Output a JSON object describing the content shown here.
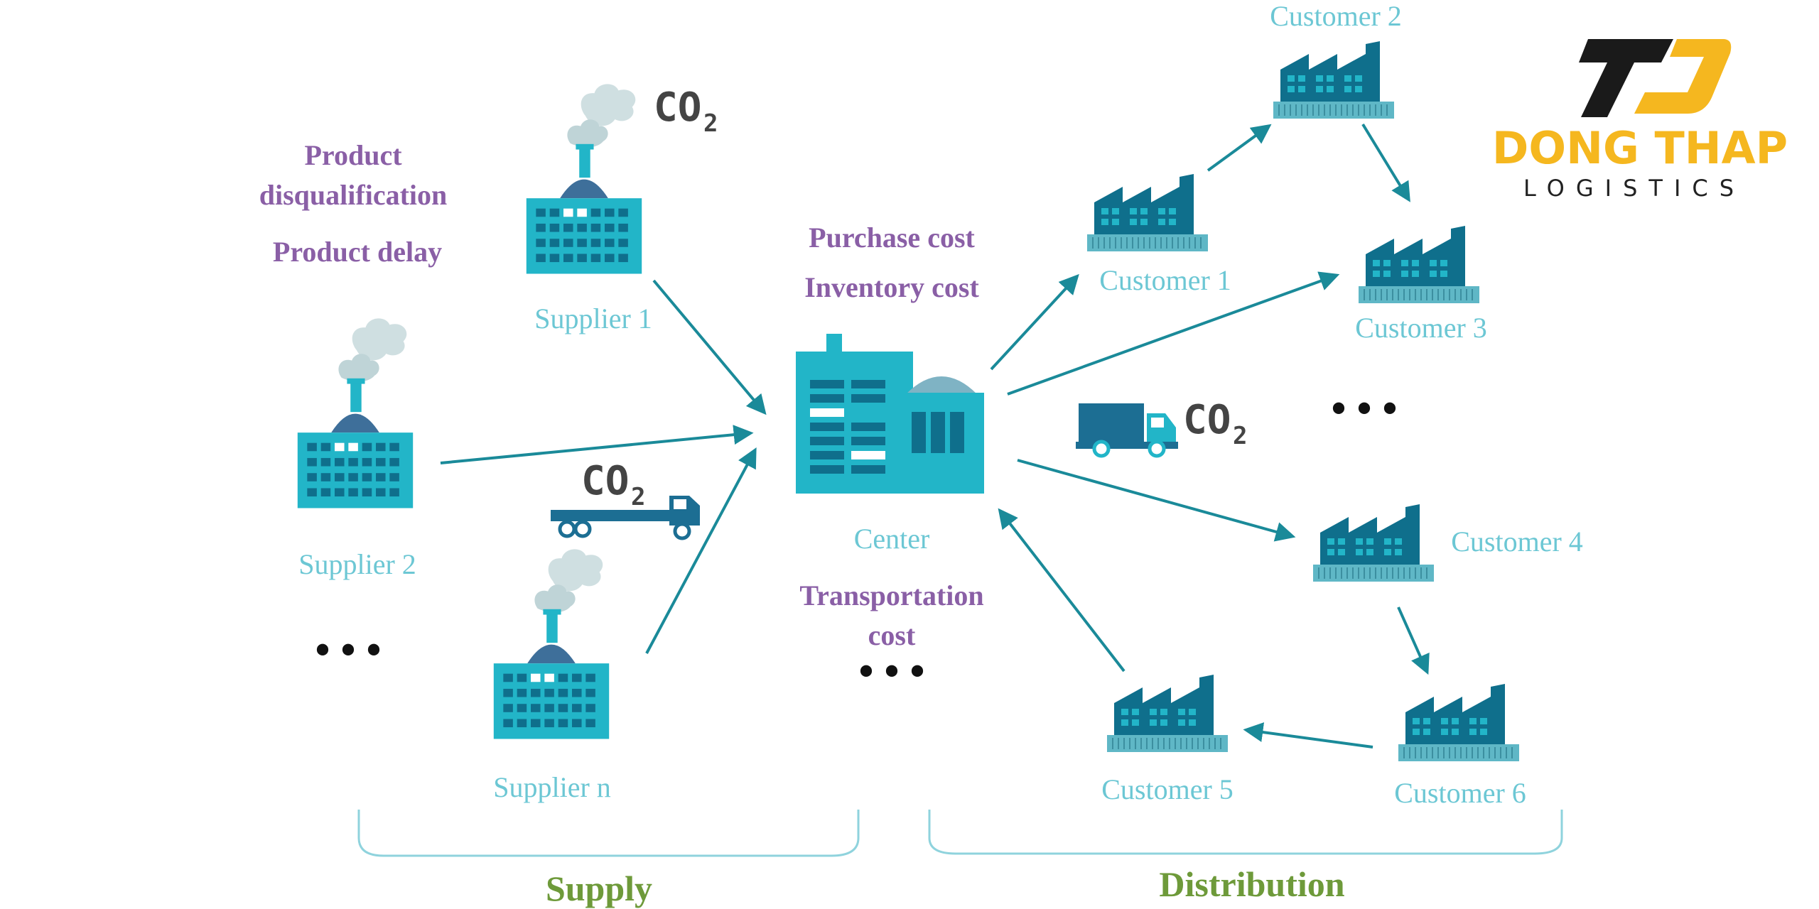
{
  "nodes": {
    "supplier_1": "Supplier 1",
    "supplier_2": "Supplier 2",
    "supplier_n": "Supplier n",
    "center": "Center",
    "customer_1": "Customer 1",
    "customer_2": "Customer 2",
    "customer_3": "Customer 3",
    "customer_4": "Customer 4",
    "customer_5": "Customer 5",
    "customer_6": "Customer 6"
  },
  "annotations": {
    "product_disqualification_line1": "Product",
    "product_disqualification_line2": "disqualification",
    "product_delay": "Product delay",
    "purchase_cost": "Purchase cost",
    "inventory_cost": "Inventory cost",
    "transportation_cost_line1": "Transportation",
    "transportation_cost_line2": "cost"
  },
  "emissions": {
    "co2_main": "CO",
    "co2_sub": "2"
  },
  "ellipsis": "• • •",
  "sections": {
    "supply": "Supply",
    "distribution": "Distribution"
  },
  "logo": {
    "name": "DONG THAP",
    "tagline": "LOGISTICS",
    "monogram": "TĐ"
  },
  "colors": {
    "node_label": "#6cc7d4",
    "cost_label": "#8a5fa6",
    "section_label": "#6e9a3a",
    "arrow": "#1a8a99",
    "factory_light": "#22b5c8",
    "factory_dark": "#0f6f8c",
    "logo_gold": "#f5b71f"
  }
}
